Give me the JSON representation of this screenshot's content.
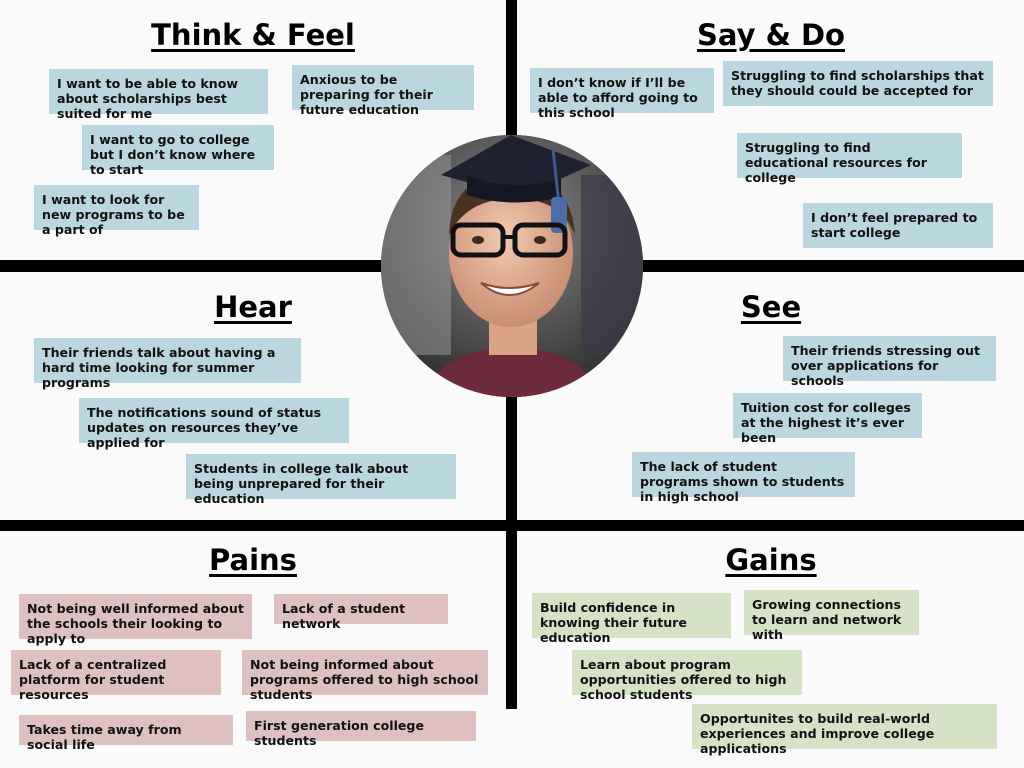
{
  "quadrants": {
    "think_feel": {
      "title": "Think & Feel",
      "notes": [
        "I want to be able to know about scholarships best suited for me",
        "Anxious to be preparing for their future education",
        "I want to go to college but I don’t know where to start",
        "I want to look for new programs to be a part of"
      ]
    },
    "say_do": {
      "title": "Say & Do",
      "notes": [
        "I don’t know if I’ll be able to afford going to this school",
        "Struggling to find scholarships that they should could be accepted for",
        "Struggling to find educational resources for college",
        "I don’t feel prepared to start college"
      ]
    },
    "hear": {
      "title": "Hear",
      "notes": [
        "Their friends talk about having a hard time looking for summer programs",
        "The notifications sound of status updates on resources they’ve applied for",
        "Students in college talk about being unprepared for their education"
      ]
    },
    "see": {
      "title": "See",
      "notes": [
        "Their friends stressing out over applications for schools",
        "Tuition cost for colleges at the highest it’s ever been",
        "The lack of student programs shown to students in high school"
      ]
    },
    "pains": {
      "title": "Pains",
      "notes": [
        "Not being well informed about the schools their looking to apply to",
        "Lack of a student network",
        "Lack of a centralized platform for student resources",
        "Not being informed about programs offered to high school students",
        "Takes time away from social life",
        "First generation college students"
      ]
    },
    "gains": {
      "title": "Gains",
      "notes": [
        "Build confidence in knowing their future education",
        "Growing connections to learn and network with",
        "Learn about program opportunities offered to high school students",
        "Opportunites to build real-world experiences and improve college applications"
      ]
    }
  },
  "colors": {
    "blue_note": "#bad6df",
    "pink_note": "#dfc0c1",
    "green_note": "#d6e2c6",
    "divider": "#000000"
  },
  "portrait": {
    "subject": "smiling graduate student in glasses and graduation cap with tassel"
  }
}
